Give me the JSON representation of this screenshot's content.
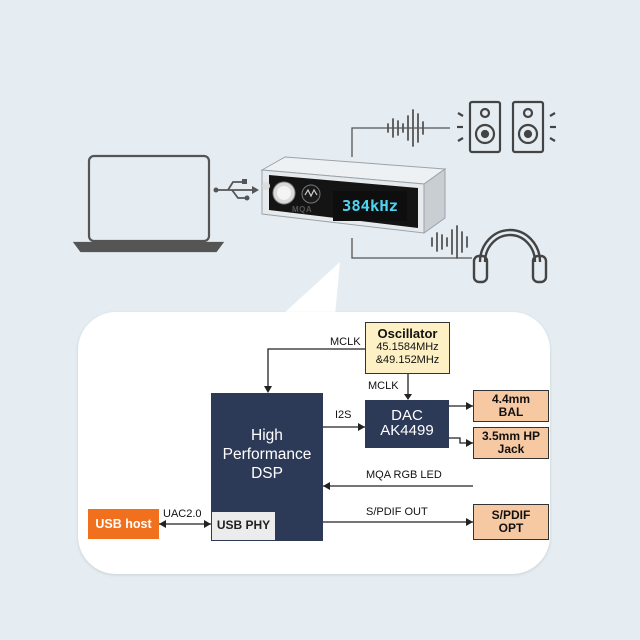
{
  "device": {
    "display_freq": "384kHz",
    "logo": "MQA"
  },
  "diagram": {
    "dsp": [
      "High",
      "Performance",
      "DSP"
    ],
    "usb_phy": "USB PHY",
    "usb_host": "USB host",
    "oscillator": {
      "title": "Oscillator",
      "lines": [
        "45.1584MHz",
        "&49.152MHz"
      ]
    },
    "dac": [
      "DAC",
      "AK4499"
    ],
    "outputs": {
      "bal": [
        "4.4mm",
        "BAL"
      ],
      "hp": [
        "3.5mm HP",
        "Jack"
      ],
      "opt": [
        "S/PDIF",
        "OPT"
      ]
    },
    "labels": {
      "mclk_top": "MCLK",
      "mclk_mid": "MCLK",
      "i2s": "I2S",
      "mqa_led": "MQA RGB LED",
      "spdif_out": "S/PDIF OUT",
      "uac": "UAC2.0"
    }
  },
  "icons": [
    "laptop-icon",
    "usb-icon",
    "dac-device-icon",
    "speaker-icon",
    "headphones-icon",
    "sound-wave-icon"
  ],
  "colors": {
    "background": "#e5edf2",
    "dsp": "#2d3a57",
    "oscillator": "#fdf0c5",
    "output": "#f7c9a3",
    "usb_host": "#f0701e",
    "display_text": "#4fd3f2"
  }
}
